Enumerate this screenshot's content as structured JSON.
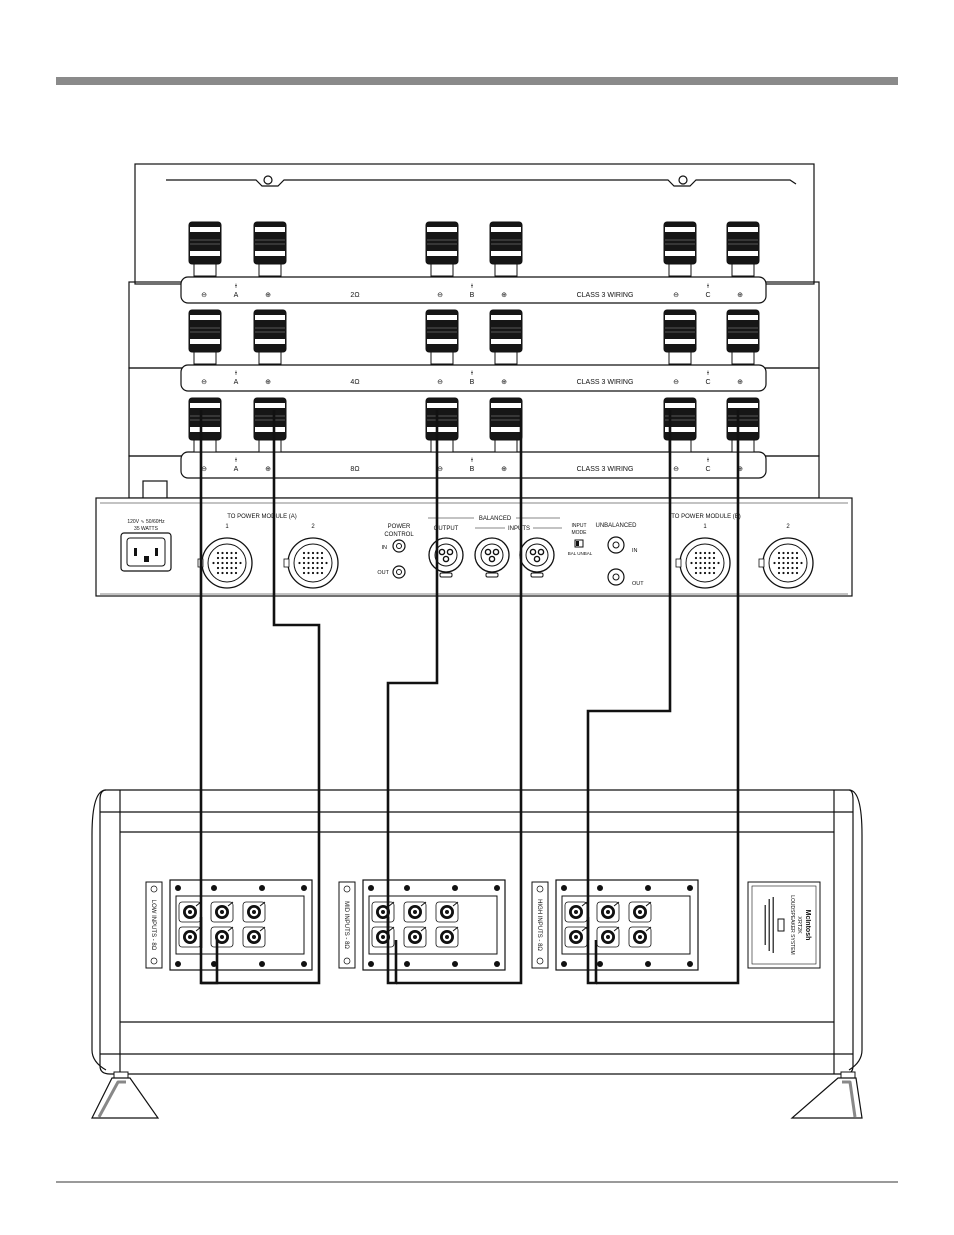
{
  "amplifier": {
    "strips": [
      {
        "impedance": "2Ω",
        "minus": "⊖",
        "plus": "⊕",
        "channels": [
          {
            "letter": "A",
            "tick": "ɫ"
          },
          {
            "letter": "B",
            "tick": "ɫ"
          },
          {
            "letter": "C",
            "tick": "ɫ"
          }
        ],
        "wiring_label": "CLASS 3 WIRING"
      },
      {
        "impedance": "4Ω",
        "minus": "⊖",
        "plus": "⊕",
        "channels": [
          {
            "letter": "A",
            "tick": "ɫ"
          },
          {
            "letter": "B",
            "tick": "ɫ"
          },
          {
            "letter": "C",
            "tick": "ɫ"
          }
        ],
        "wiring_label": "CLASS 3 WIRING"
      },
      {
        "impedance": "8Ω",
        "minus": "⊖",
        "plus": "⊕",
        "channels": [
          {
            "letter": "A",
            "tick": "ɫ"
          },
          {
            "letter": "B",
            "tick": "ɫ"
          },
          {
            "letter": "C",
            "tick": "ɫ"
          }
        ],
        "wiring_label": "CLASS 3 WIRING"
      }
    ],
    "control_panel": {
      "power_rating_line1": "120V ∿ 50/60Hz",
      "power_rating_line2": "35 WATTS",
      "module_a_label": "TO POWER MODULE (A)",
      "module_b_label": "TO POWER MODULE (B)",
      "connector_1": "1",
      "connector_2": "2",
      "power_control_line1": "POWER",
      "power_control_line2": "CONTROL",
      "in_label": "IN",
      "out_label": "OUT",
      "balanced_label": "BALANCED",
      "output_label": "OUTPUT",
      "inputs_label": "INPUTS",
      "input_mode_line1": "INPUT",
      "input_mode_line2": "MODE",
      "bal_unbal": "BAL  UNBAL",
      "unbalanced_label": "UNBALANCED"
    }
  },
  "speaker": {
    "low_inputs": "LOW INPUTS - 8Ω",
    "mid_inputs": "MID INPUTS - 8Ω",
    "high_inputs": "HIGH INPUTS - 8Ω",
    "brand": "McIntosh",
    "model": "XRT2K",
    "system": "LOUDSPEAKER SYSTEM"
  }
}
